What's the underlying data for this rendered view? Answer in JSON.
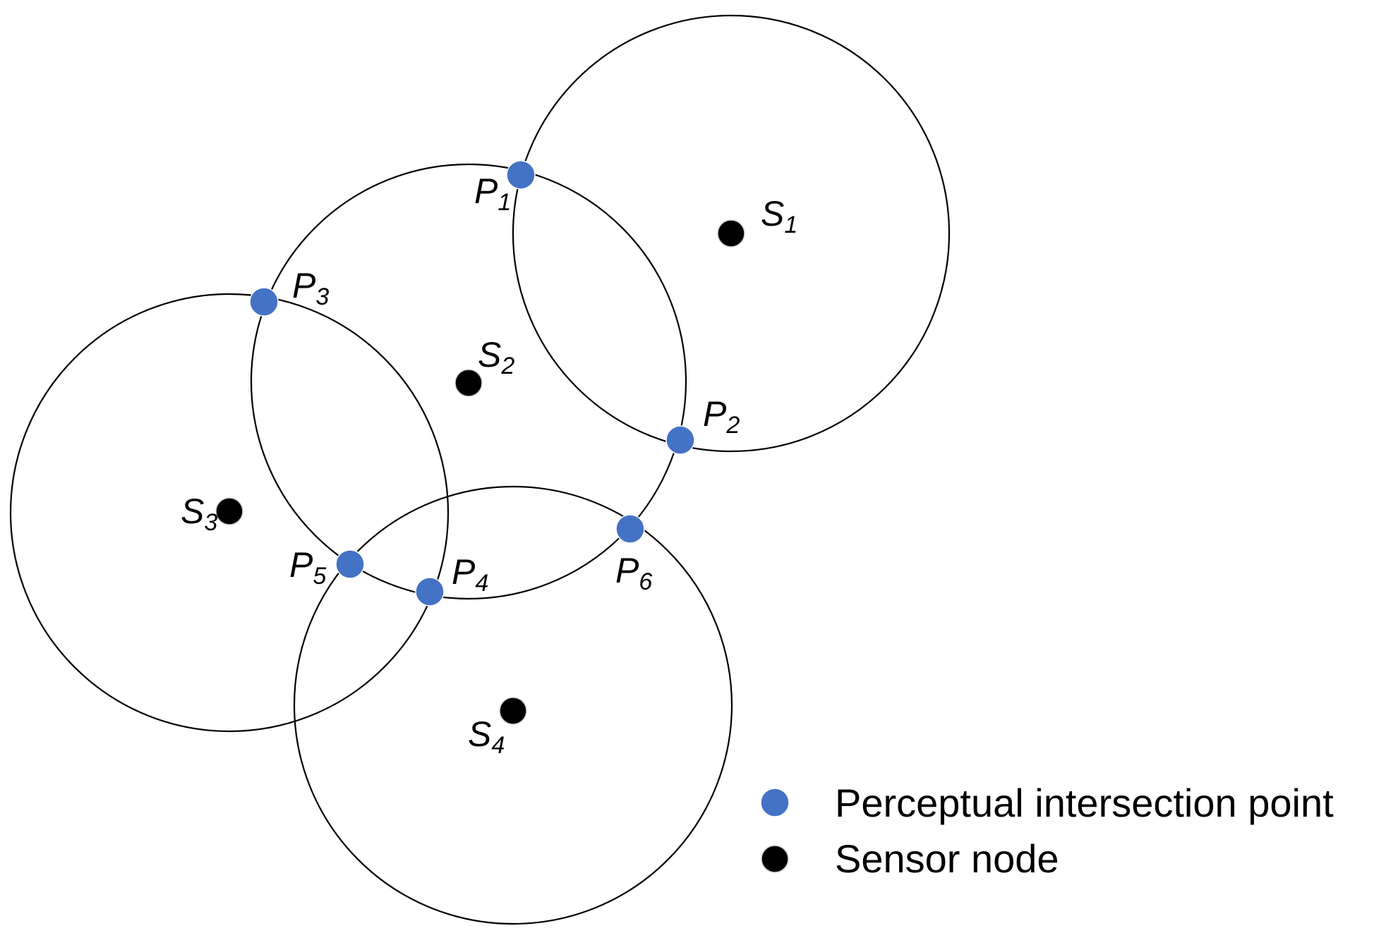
{
  "diagram": {
    "sensors": [
      {
        "id": "S1",
        "base": "S",
        "sub": "1"
      },
      {
        "id": "S2",
        "base": "S",
        "sub": "2"
      },
      {
        "id": "S3",
        "base": "S",
        "sub": "3"
      },
      {
        "id": "S4",
        "base": "S",
        "sub": "4"
      }
    ],
    "points": [
      {
        "id": "P1",
        "base": "P",
        "sub": "1"
      },
      {
        "id": "P2",
        "base": "P",
        "sub": "2"
      },
      {
        "id": "P3",
        "base": "P",
        "sub": "3"
      },
      {
        "id": "P4",
        "base": "P",
        "sub": "4"
      },
      {
        "id": "P5",
        "base": "P",
        "sub": "5"
      },
      {
        "id": "P6",
        "base": "P",
        "sub": "6"
      }
    ],
    "legend": {
      "intersection_label": "Perceptual intersection point",
      "sensor_label": "Sensor node"
    },
    "colors": {
      "intersection_point": "#4472C4",
      "sensor_node": "#000000",
      "circle_stroke": "#000000"
    }
  }
}
